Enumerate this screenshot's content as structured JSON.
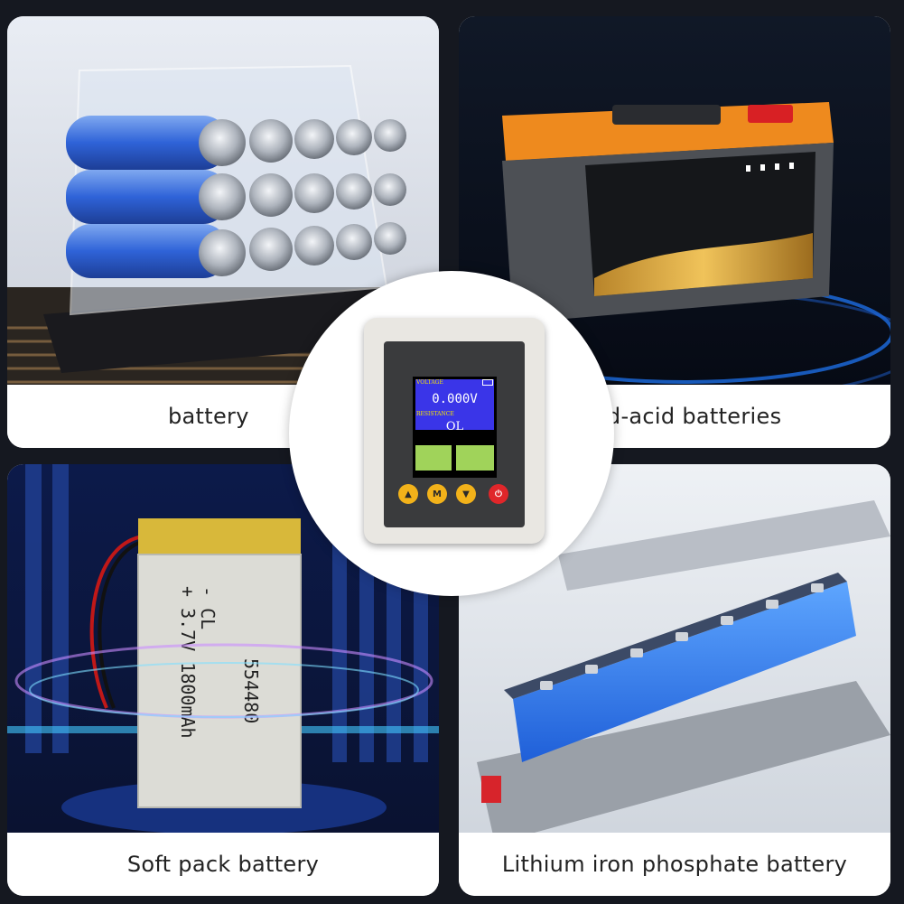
{
  "cards": {
    "top_left": {
      "label": "battery"
    },
    "top_right": {
      "label": "Lead-acid batteries"
    },
    "bottom_left": {
      "label": "Soft pack battery",
      "cell_text": {
        "line1": "- CL",
        "line2": "+ 3.7V 1800mAh",
        "model": "554480"
      }
    },
    "bottom_right": {
      "label": "Lithium iron phosphate battery"
    }
  },
  "device": {
    "voltage_label": "VOLTAGE",
    "voltage_value": "0.000V",
    "resistance_label": "RESISTANCE",
    "resistance_value": "OL",
    "buttons": {
      "up": "▲",
      "mode": "M",
      "down": "▼",
      "power": "⏻"
    }
  }
}
